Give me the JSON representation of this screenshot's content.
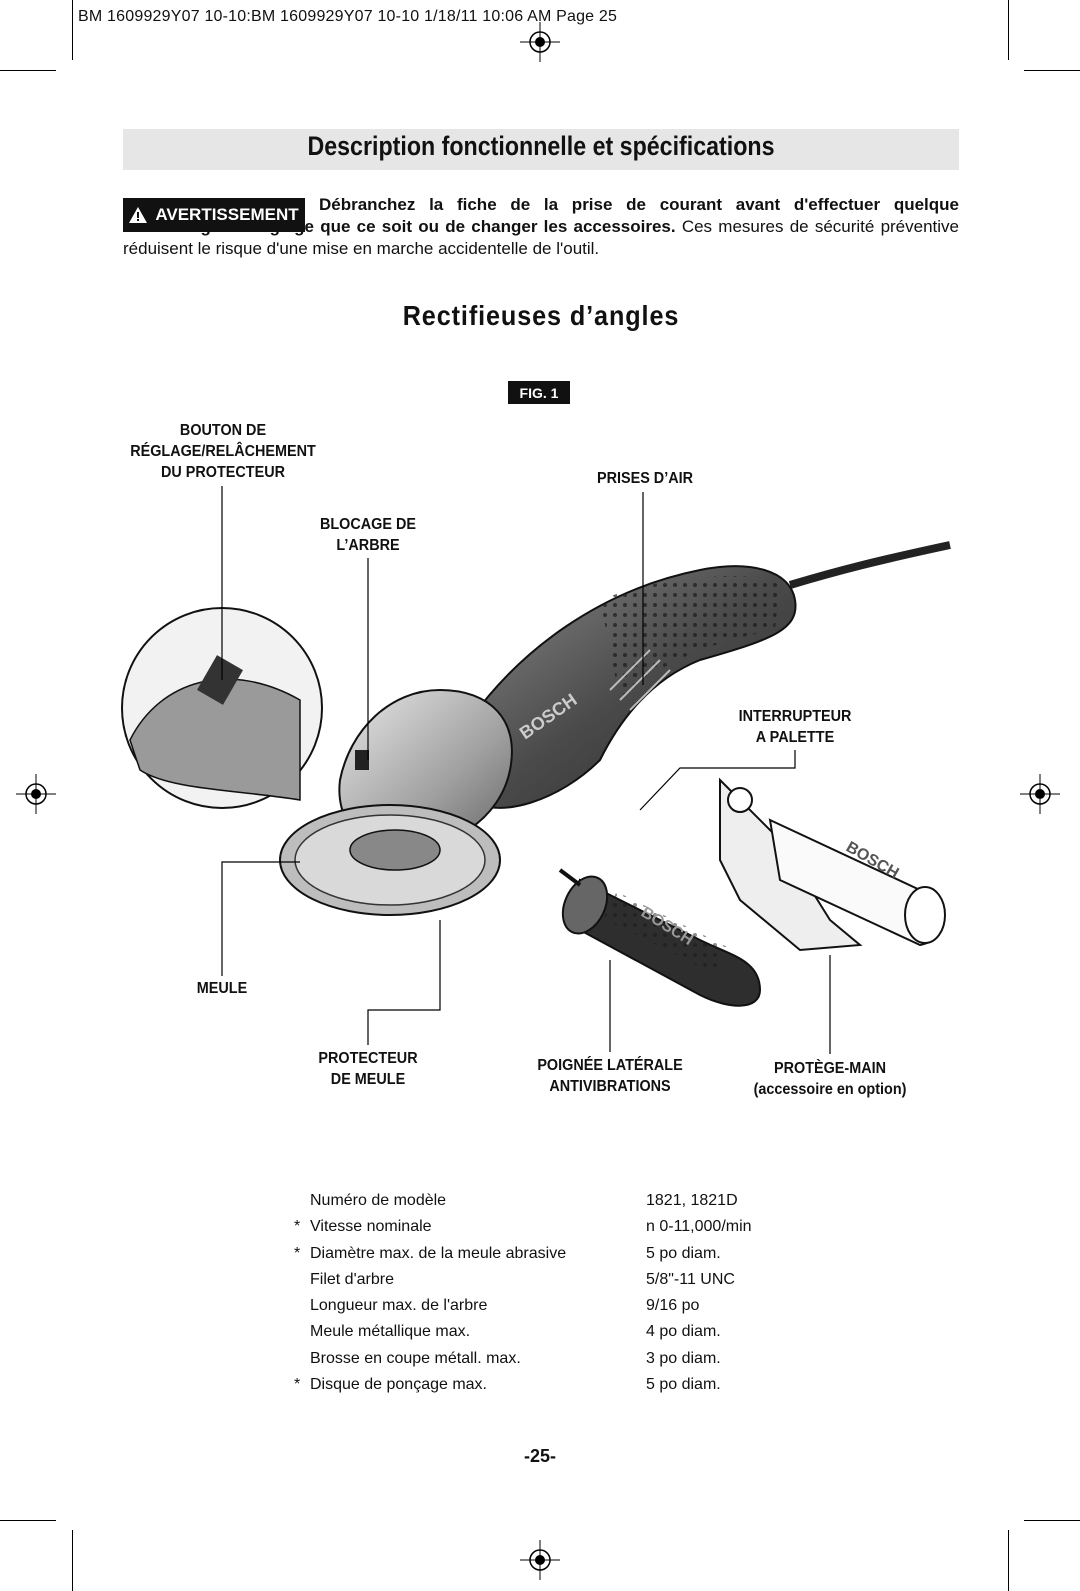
{
  "header": {
    "print_line": "BM 1609929Y07 10-10:BM 1609929Y07 10-10  1/18/11  10:06 AM  Page 25"
  },
  "section_title": "Description fonctionnelle et spécifications",
  "warning": {
    "badge_label": "AVERTISSEMENT",
    "bold_text": "Débranchez la fiche de la prise de courant avant d'effectuer quelque assemblage ou réglage que ce soit ou de changer les accessoires.",
    "normal_text": " Ces mesures de sécurité préventive réduisent le risque d'une mise en marche accidentelle de l'outil."
  },
  "subtitle": "Rectifieuses d’angles",
  "figure": {
    "badge": "FIG. 1",
    "labels": {
      "guard_button": [
        "BOUTON DE",
        "RÉGLAGE/RELÂCHEMENT",
        "DU PROTECTEUR"
      ],
      "air_vents": [
        "PRISES D’AIR"
      ],
      "spindle_lock": [
        "BLOCAGE DE",
        "L’ARBRE"
      ],
      "paddle_switch": [
        "INTERRUPTEUR",
        "A PALETTE"
      ],
      "wheel": [
        "MEULE"
      ],
      "wheel_guard": [
        "PROTECTEUR",
        "DE MEULE"
      ],
      "side_handle": [
        "POIGNÉE LATÉRALE",
        "ANTIVIBRATIONS"
      ],
      "hand_guard": [
        "PROTÈGE-MAIN"
      ],
      "hand_guard_note": "(accessoire en option)"
    },
    "brand_marks": [
      "BOSCH",
      "BOSCH",
      "BOSCH"
    ]
  },
  "specs": [
    {
      "star": "",
      "name": "Numéro de modèle",
      "value": "1821, 1821D"
    },
    {
      "star": "*",
      "name": "Vitesse nominale",
      "value": "n 0-11,000/min"
    },
    {
      "star": "*",
      "name": "Diamètre max. de la meule abrasive",
      "value": "5 po diam."
    },
    {
      "star": "",
      "name": "Filet d'arbre",
      "value": "5/8\"-11 UNC"
    },
    {
      "star": "",
      "name": "Longueur max. de l'arbre",
      "value": "9/16 po"
    },
    {
      "star": "",
      "name": "Meule métallique max.",
      "value": "4 po diam."
    },
    {
      "star": "",
      "name": "Brosse en coupe métall. max.",
      "value": "3 po diam."
    },
    {
      "star": "*",
      "name": "Disque de ponçage max.",
      "value": "5 po diam."
    }
  ],
  "page_number": "-25-"
}
